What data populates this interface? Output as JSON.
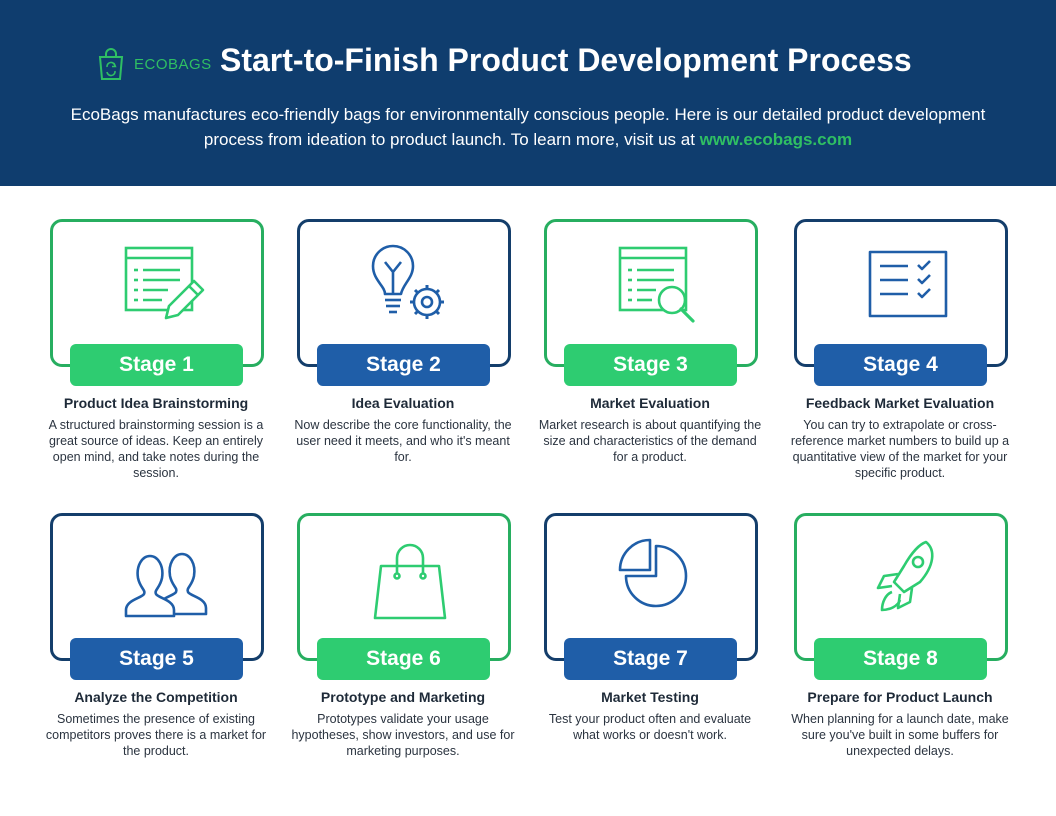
{
  "header": {
    "brand": "ECOBAGS",
    "title": "Start-to-Finish Product Development Process",
    "intro_text": "EcoBags manufactures eco-friendly bags for environmentally conscious people. Here is our detailed product development process from ideation to product launch. To learn more, visit us at ",
    "intro_link": "www.ecobags.com"
  },
  "colors": {
    "header_bg": "#0f3d6e",
    "green": "#2ecc71",
    "blue": "#1f5ea8"
  },
  "stages": [
    {
      "label": "Stage 1",
      "title": "Product Idea Brainstorming",
      "desc": "A structured brainstorming session is a great source of ideas. Keep an entirely open mind, and take notes during the session.",
      "icon": "document-pencil-icon",
      "color": "green"
    },
    {
      "label": "Stage 2",
      "title": "Idea Evaluation",
      "desc": "Now describe the core functionality, the user need it meets, and who it's meant for.",
      "icon": "lightbulb-gear-icon",
      "color": "blue"
    },
    {
      "label": "Stage 3",
      "title": "Market Evaluation",
      "desc": "Market research is about quantifying the size and characteristics of the demand for a product.",
      "icon": "document-search-icon",
      "color": "green"
    },
    {
      "label": "Stage 4",
      "title": "Feedback Market Evaluation",
      "desc": "You can try to extrapolate or cross-reference market numbers to build up a quantitative view of the market for your specific product.",
      "icon": "checklist-icon",
      "color": "blue"
    },
    {
      "label": "Stage 5",
      "title": "Analyze the Competition",
      "desc": "Sometimes the presence of existing competitors proves there is a market for the product.",
      "icon": "users-icon",
      "color": "blue"
    },
    {
      "label": "Stage 6",
      "title": "Prototype and Marketing",
      "desc": "Prototypes validate your usage hypotheses, show investors, and use for marketing purposes.",
      "icon": "shopping-bag-icon",
      "color": "green"
    },
    {
      "label": "Stage 7",
      "title": "Market Testing",
      "desc": "Test your product often and evaluate what works or doesn't work.",
      "icon": "pie-chart-icon",
      "color": "blue"
    },
    {
      "label": "Stage 8",
      "title": "Prepare for Product Launch",
      "desc": "When planning for a launch date, make sure you've built in some buffers for unexpected delays.",
      "icon": "rocket-icon",
      "color": "green"
    }
  ]
}
